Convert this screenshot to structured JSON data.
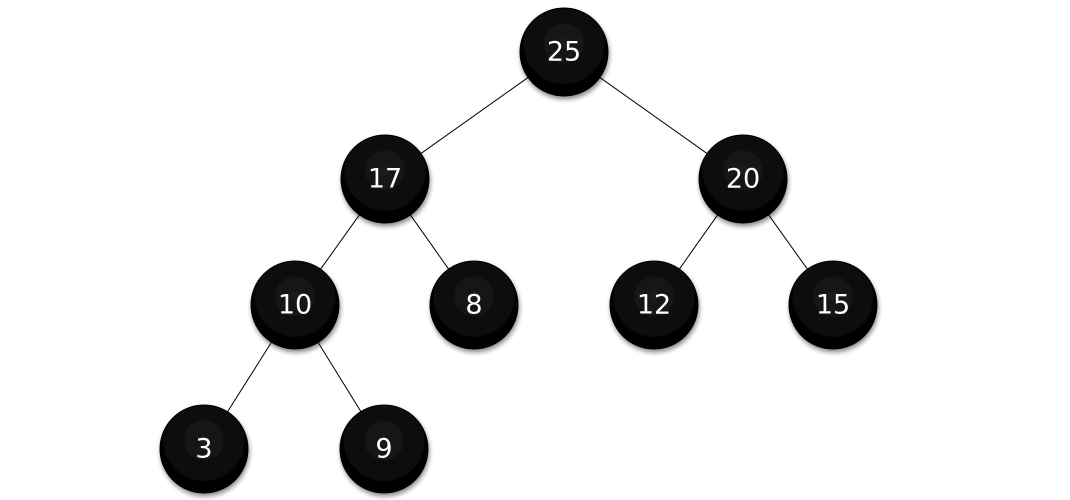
{
  "tree": {
    "colors": {
      "node_fill": "#000000",
      "node_text": "#ffffff",
      "edge": "#000000",
      "background": "#ffffff"
    },
    "nodes": [
      {
        "id": "n25",
        "label": "25"
      },
      {
        "id": "n17",
        "label": "17"
      },
      {
        "id": "n20",
        "label": "20"
      },
      {
        "id": "n10",
        "label": "10"
      },
      {
        "id": "n8",
        "label": "8"
      },
      {
        "id": "n12",
        "label": "12"
      },
      {
        "id": "n15",
        "label": "15"
      },
      {
        "id": "n3",
        "label": "3"
      },
      {
        "id": "n9",
        "label": "9"
      }
    ],
    "edges": [
      {
        "from": "n25",
        "to": "n17"
      },
      {
        "from": "n25",
        "to": "n20"
      },
      {
        "from": "n17",
        "to": "n10"
      },
      {
        "from": "n17",
        "to": "n8"
      },
      {
        "from": "n20",
        "to": "n12"
      },
      {
        "from": "n20",
        "to": "n15"
      },
      {
        "from": "n10",
        "to": "n3"
      },
      {
        "from": "n10",
        "to": "n9"
      }
    ]
  }
}
